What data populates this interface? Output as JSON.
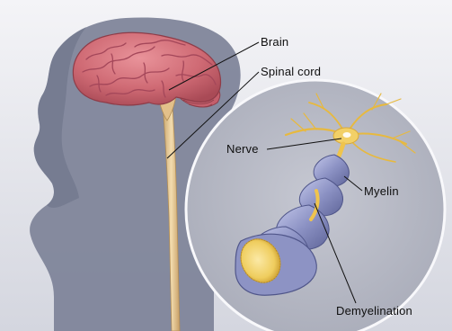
{
  "labels": {
    "brain": "Brain",
    "spinal_cord": "Spinal cord",
    "nerve": "Nerve",
    "myelin": "Myelin",
    "demyelination": "Demyelination"
  },
  "colors": {
    "background_top": "#f3f3f6",
    "background_bottom": "#d8d9e1",
    "head_silhouette": "#7e8499",
    "brain": "#d6737c",
    "spinal_cord": "#e8cf9e",
    "nerve_fiber": "#f0c24e",
    "myelin_sheath": "#9aa0cc",
    "inset_circle": "#b7bac6"
  }
}
